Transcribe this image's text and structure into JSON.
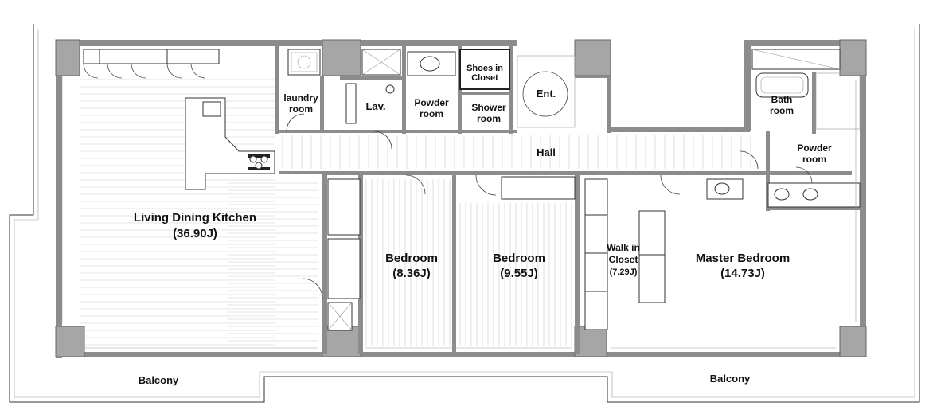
{
  "rooms": {
    "ldk_name": "Living Dining Kitchen",
    "ldk_size": "(36.90J)",
    "laundry_line1": "laundry",
    "laundry_line2": "room",
    "lav": "Lav.",
    "powder1_line1": "Powder",
    "powder1_line2": "room",
    "shoes_line1": "Shoes in",
    "shoes_line2": "Closet",
    "shower_line1": "Shower",
    "shower_line2": "room",
    "entrance": "Ent.",
    "hall": "Hall",
    "bath_line1": "Bath",
    "bath_line2": "room",
    "powder2_line1": "Powder",
    "powder2_line2": "room",
    "bedroom1_name": "Bedroom",
    "bedroom1_size": "(8.36J)",
    "bedroom2_name": "Bedroom",
    "bedroom2_size": "(9.55J)",
    "wic_line1": "Walk in",
    "wic_line2": "Closet",
    "wic_size": "(7.29J)",
    "master_name": "Master Bedroom",
    "master_size": "(14.73J)",
    "balcony_left": "Balcony",
    "balcony_right": "Balcony"
  },
  "colors": {
    "wall": "#8c8c8c",
    "pillar": "#a6a6a6",
    "line": "#333333",
    "background": "#ffffff"
  }
}
